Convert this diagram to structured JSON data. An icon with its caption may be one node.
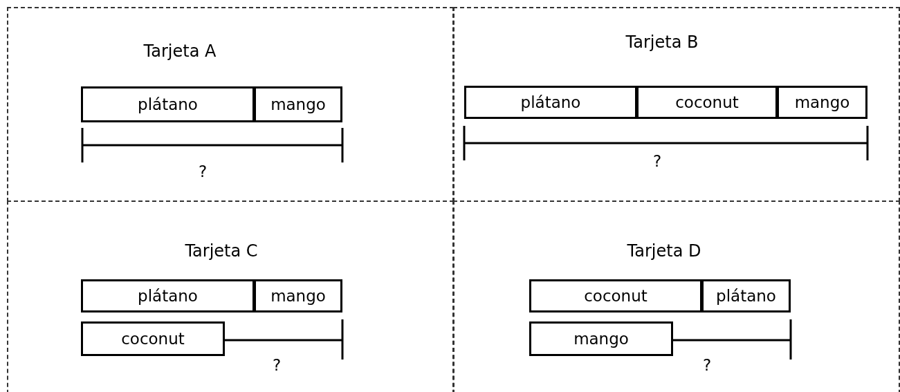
{
  "diagram": {
    "nodes": [
      {
        "text": [
          "Tarjeta A"
        ]
      },
      {
        "text": [
          "plátano"
        ],
        "in": 0
      },
      {
        "text": [
          "mango"
        ],
        "in": 0
      },
      {
        "text": [
          "Tarjeta B"
        ]
      },
      {
        "text": [
          "plátano"
        ],
        "in": 3
      },
      {
        "text": [
          "coconut"
        ],
        "in": 3
      },
      {
        "text": [
          "mango"
        ],
        "in": 3
      },
      {
        "text": [
          "Tarjeta C"
        ]
      },
      {
        "text": [
          "plátano"
        ],
        "in": 7
      },
      {
        "text": [
          "mango"
        ],
        "in": 7
      },
      {
        "text": [
          "coconut"
        ],
        "in": 7
      },
      {
        "text": [
          "Tarjeta D"
        ]
      },
      {
        "text": [
          "coconut"
        ],
        "in": 11
      },
      {
        "text": [
          "plátano"
        ],
        "in": 11
      },
      {
        "text": [
          "mango"
        ],
        "in": 11
      }
    ],
    "labels": [
      "?",
      "?",
      "?",
      "?"
    ]
  }
}
